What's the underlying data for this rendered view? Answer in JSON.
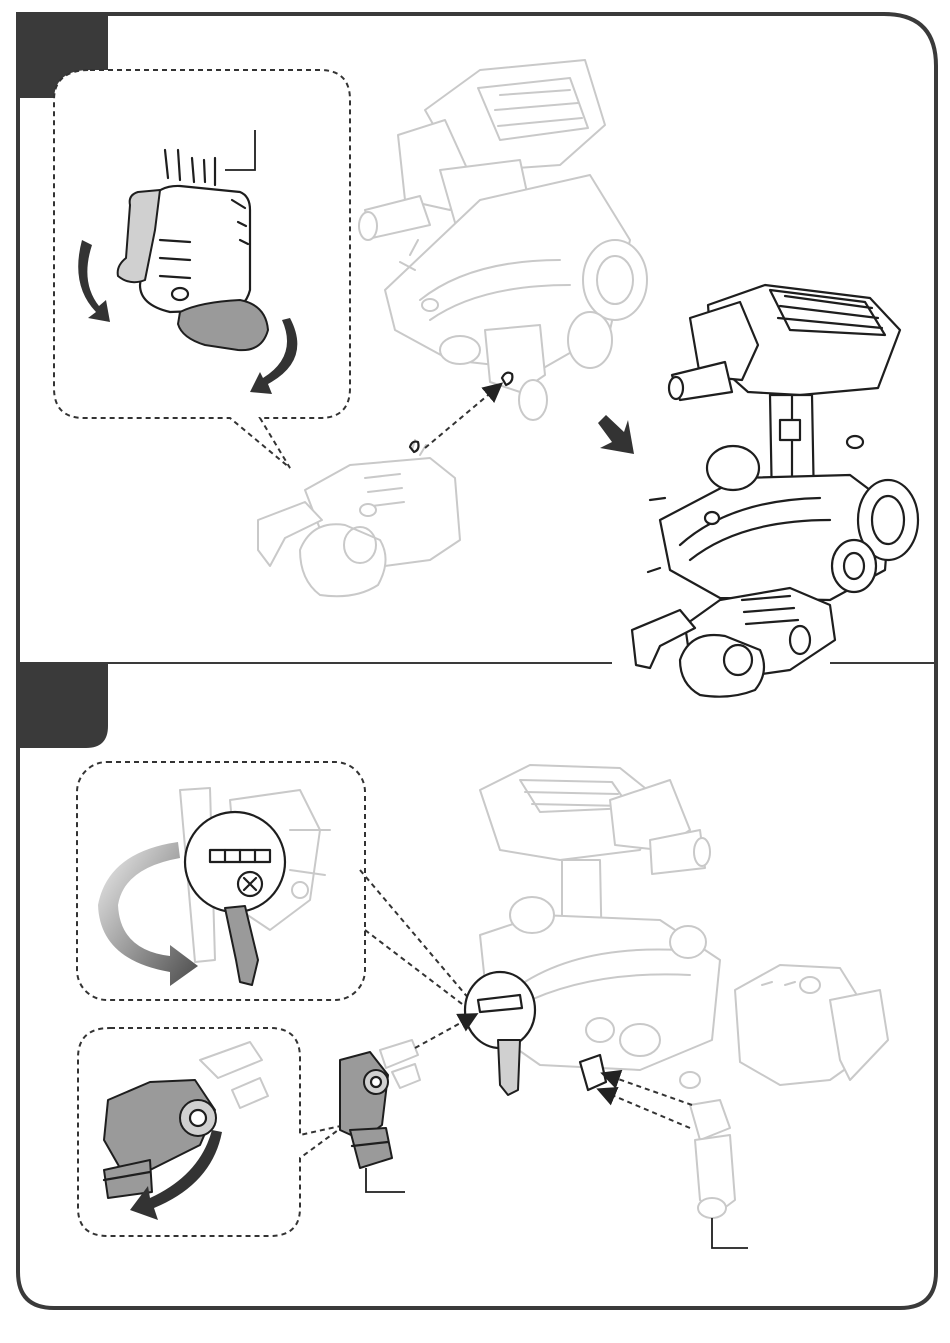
{
  "page": {
    "colors": {
      "frame": "#3a3a3a",
      "tab": "#3a3a3a",
      "faded_part": "#c9c9c9",
      "highlight_part": "#9a9a9a",
      "ink": "#1e1e1e"
    }
  },
  "steps": [
    {
      "id": "step-upper",
      "number": "",
      "callouts": [
        "tail-claw-detail"
      ],
      "actions": [
        "rotate-claw-cover-down",
        "rotate-claw-jaw",
        "insert-claw-into-rear-socket"
      ],
      "result": "assembled-robot-preview"
    },
    {
      "id": "step-lower",
      "number": "",
      "callouts": [
        "shoulder-disc-detail",
        "elbow-joint-detail"
      ],
      "actions": [
        "rotate-shoulder-disc",
        "fold-elbow-joint",
        "attach-arm-to-shoulder",
        "attach-leg-to-hip"
      ]
    }
  ],
  "icons": [
    "curved-arrow-icon",
    "down-right-arrow-icon",
    "gradient-rotate-arrow-icon",
    "dashed-guide-arrow-icon"
  ]
}
